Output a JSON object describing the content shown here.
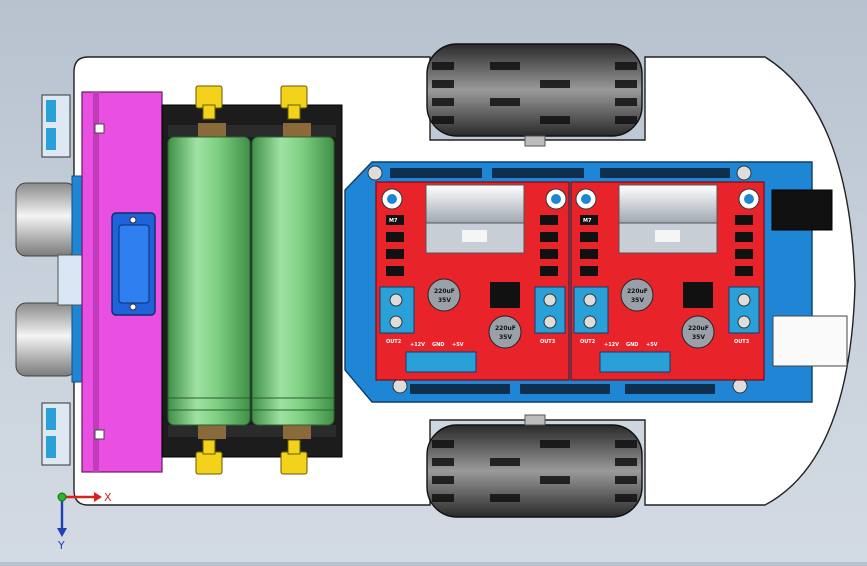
{
  "viewport": {
    "background_top": "#b7c2cf",
    "background_bottom": "#d3dae3"
  },
  "colors": {
    "chassis": "#ffffff",
    "battery_holder": "#1c1c1c",
    "battery_cell": "#86d98a",
    "battery_clip": "#f2d21b",
    "side_board": "#e94fe0",
    "motor_shield": "#1f86d6",
    "driver_board": "#e8232a",
    "terminal_block": "#2aa0d8",
    "wheel_tire": "#3a3a3a"
  },
  "driver_left": {
    "cap_top_label": "220uF",
    "cap_top_volt": "35V",
    "cap_bottom_label": "220uF",
    "cap_bottom_volt": "35V",
    "out_left": "OUT2",
    "out_right": "OUT3",
    "pin_12v": "+12V",
    "pin_gnd": "GND",
    "pin_5v": "+5V",
    "diode_label": "M7"
  },
  "driver_right": {
    "cap_top_label": "220uF",
    "cap_top_volt": "35V",
    "cap_bottom_label": "220uF",
    "cap_bottom_volt": "35V",
    "out_left": "OUT2",
    "out_right": "OUT3",
    "pin_12v": "+12V",
    "pin_gnd": "GND",
    "pin_5v": "+5V",
    "diode_label": "M7"
  },
  "axis": {
    "x_label": "X",
    "y_label": "Y",
    "x_color": "#d8231c",
    "y_color": "#1f3fb5",
    "origin_color": "#2db52d"
  }
}
